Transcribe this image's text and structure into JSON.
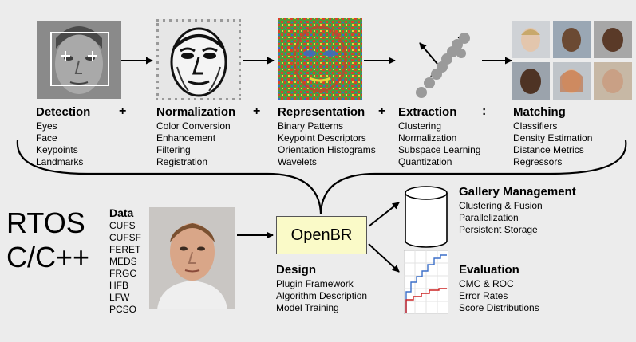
{
  "stages": [
    {
      "title": "Detection",
      "items": [
        "Eyes",
        "Face",
        "Keypoints",
        "Landmarks"
      ],
      "icon": "face-detection-image"
    },
    {
      "title": "Normalization",
      "items": [
        "Color Conversion",
        "Enhancement",
        "Filtering",
        "Registration"
      ],
      "icon": "normalized-face-image"
    },
    {
      "title": "Representation",
      "items": [
        "Binary Patterns",
        "Keypoint Descriptors",
        "Orientation Histograms",
        "Wavelets"
      ],
      "icon": "feature-map-image"
    },
    {
      "title": "Extraction",
      "items": [
        "Clustering",
        "Normalization",
        "Subspace Learning",
        "Quantization"
      ],
      "icon": "scatter-plot-icon"
    },
    {
      "title": "Matching",
      "items": [
        "Classifiers",
        "Density Estimation",
        "Distance Metrics",
        "Regressors"
      ],
      "icon": "gallery-faces-image"
    }
  ],
  "operators": [
    "+",
    "+",
    "+",
    ":"
  ],
  "platforms": [
    "RTOS",
    "C/C++"
  ],
  "data_section": {
    "title": "Data",
    "items": [
      "CUFS",
      "CUFSF",
      "FERET",
      "MEDS",
      "FRGC",
      "HFB",
      "LFW",
      "PCSO"
    ]
  },
  "hub": {
    "label": "OpenBR"
  },
  "design": {
    "title": "Design",
    "items": [
      "Plugin Framework",
      "Algorithm Description",
      "Model Training"
    ]
  },
  "gallery": {
    "title": "Gallery Management",
    "items": [
      "Clustering & Fusion",
      "Parallelization",
      "Persistent Storage"
    ],
    "icon": "database-cylinder-icon"
  },
  "evaluation": {
    "title": "Evaluation",
    "items": [
      "CMC & ROC",
      "Error Rates",
      "Score Distributions"
    ],
    "icon": "roc-curve-icon"
  },
  "colors": {
    "hub_fill": "#fafac8",
    "curve_blue": "#3b6fc9",
    "curve_red": "#cc2222",
    "detect_box": "#ffffff"
  }
}
